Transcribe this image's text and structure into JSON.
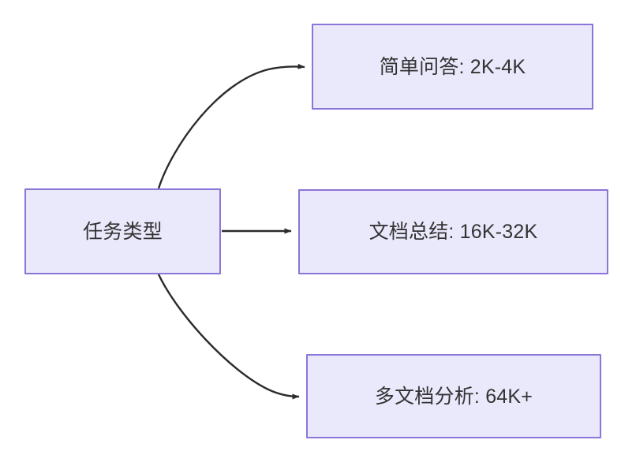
{
  "diagram": {
    "type": "flowchart",
    "direction": "left-to-right",
    "background_color": "#ffffff",
    "node_fill_color": "#eae8fb",
    "node_border_color": "#8c75d8",
    "node_text_color": "#333333",
    "edge_color": "#2b2b2b",
    "root": {
      "id": "root",
      "label": "任务类型"
    },
    "leaves": [
      {
        "id": "simple-qa",
        "label": "简单问答: 2K-4K",
        "task": "简单问答",
        "range": "2K-4K"
      },
      {
        "id": "doc-summary",
        "label": "文档总结: 16K-32K",
        "task": "文档总结",
        "range": "16K-32K"
      },
      {
        "id": "multi-doc",
        "label": "多文档分析: 64K+",
        "task": "多文档分析",
        "range": "64K+"
      }
    ],
    "edges": [
      {
        "id": "edge-root-simple-qa",
        "from": "任务类型",
        "to": "简单问答: 2K-4K",
        "style": "curved"
      },
      {
        "id": "edge-root-doc-summary",
        "from": "任务类型",
        "to": "文档总结: 16K-32K",
        "style": "straight"
      },
      {
        "id": "edge-root-multi-doc",
        "from": "任务类型",
        "to": "多文档分析: 64K+",
        "style": "curved"
      }
    ]
  }
}
